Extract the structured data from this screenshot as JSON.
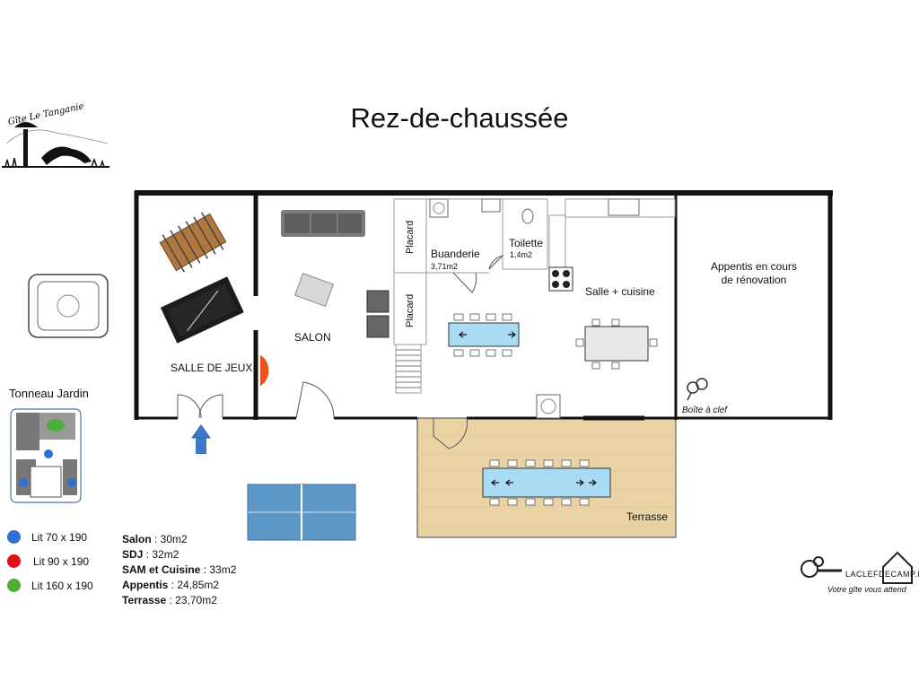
{
  "title": "Rez-de-chaussée",
  "logo_text": "Gîte Le Tanganie",
  "rooms": {
    "salle_de_jeux": "SALLE DE JEUX",
    "salon": "SALON",
    "placard_1": "Placard",
    "placard_2": "Placard",
    "buanderie": "Buanderie",
    "buanderie_area": "3,71m2",
    "toilette": "Toilette",
    "toilette_area": "1,4m2",
    "salle_cuisine": "Salle + cuisine",
    "appentis_line1": "Appentis en cours",
    "appentis_line2": "de rénovation",
    "boite_clef": "Boîte à clef",
    "terrasse": "Terrasse"
  },
  "tonneau_label": "Tonneau Jardin",
  "legend": [
    {
      "label": "Lit 70 x 190",
      "color": "#2f6fd1"
    },
    {
      "label": "Lit 90 x 190",
      "color": "#e0101a"
    },
    {
      "label": "Lit 160 x 190",
      "color": "#4fae3c"
    }
  ],
  "areas": [
    {
      "name": "Salon",
      "value": ": 30m2"
    },
    {
      "name": "SDJ",
      "value": ": 32m2"
    },
    {
      "name": "SAM et Cuisine",
      "value": ": 33m2"
    },
    {
      "name": "Appentis",
      "value": ": 24,85m2"
    },
    {
      "name": "Terrasse",
      "value": ": 23,70m2"
    }
  ],
  "brand": {
    "name": "LACLEFDECAMP.FR",
    "tagline": "Votre gîte vous attend"
  }
}
